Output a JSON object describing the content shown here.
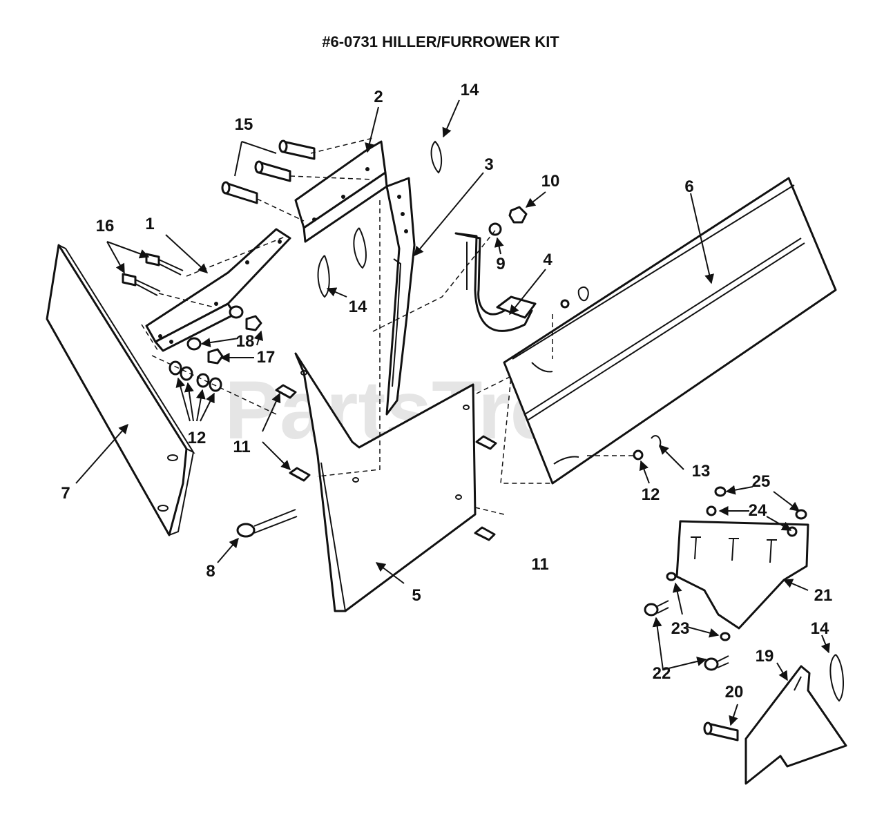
{
  "title": "#6-0731 HILLER/FURROWER KIT",
  "watermark": {
    "text": "PartsTree",
    "trademark": "™"
  },
  "callouts": [
    {
      "id": "c1",
      "label": "1"
    },
    {
      "id": "c2",
      "label": "2"
    },
    {
      "id": "c3",
      "label": "3"
    },
    {
      "id": "c4",
      "label": "4"
    },
    {
      "id": "c5",
      "label": "5"
    },
    {
      "id": "c6",
      "label": "6"
    },
    {
      "id": "c7",
      "label": "7"
    },
    {
      "id": "c8",
      "label": "8"
    },
    {
      "id": "c9",
      "label": "9"
    },
    {
      "id": "c10",
      "label": "10"
    },
    {
      "id": "c11a",
      "label": "11"
    },
    {
      "id": "c11b",
      "label": "11"
    },
    {
      "id": "c12a",
      "label": "12"
    },
    {
      "id": "c12b",
      "label": "12"
    },
    {
      "id": "c13",
      "label": "13"
    },
    {
      "id": "c14a",
      "label": "14"
    },
    {
      "id": "c14b",
      "label": "14"
    },
    {
      "id": "c14c",
      "label": "14"
    },
    {
      "id": "c15",
      "label": "15"
    },
    {
      "id": "c16",
      "label": "16"
    },
    {
      "id": "c17",
      "label": "17"
    },
    {
      "id": "c18",
      "label": "18"
    },
    {
      "id": "c19",
      "label": "19"
    },
    {
      "id": "c20",
      "label": "20"
    },
    {
      "id": "c21",
      "label": "21"
    },
    {
      "id": "c22",
      "label": "22"
    },
    {
      "id": "c23",
      "label": "23"
    },
    {
      "id": "c24",
      "label": "24"
    },
    {
      "id": "c25",
      "label": "25"
    }
  ]
}
